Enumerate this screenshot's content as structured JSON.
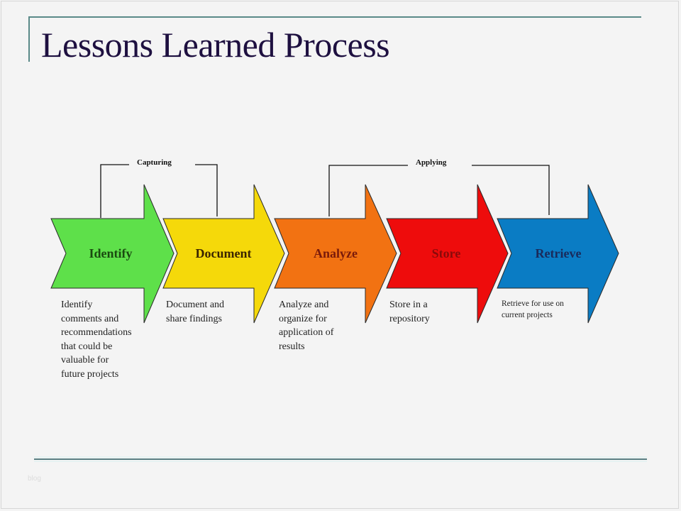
{
  "slide": {
    "title": "Lessons Learned Process",
    "watermark": "blog",
    "colors": {
      "title": "#1e1040",
      "rule": "#5a8a88",
      "background": "#f4f4f4"
    }
  },
  "brackets": [
    {
      "label": "Capturing",
      "spans": [
        "Identify",
        "Document"
      ]
    },
    {
      "label": "Applying",
      "spans": [
        "Analyze",
        "Retrieve"
      ]
    }
  ],
  "steps": [
    {
      "label": "Identify",
      "fill": "#5ee04a",
      "text_color": "#1a4a10",
      "description": "Identify comments and recommendations that could be valuable for future projects",
      "description_lines": [
        "Identify",
        "comments and",
        "recommendations",
        "that could be",
        "valuable for",
        "future projects"
      ]
    },
    {
      "label": "Document",
      "fill": "#f5d90a",
      "text_color": "#3a2400",
      "description": "Document and share findings",
      "description_lines": [
        "Document and",
        "share findings"
      ]
    },
    {
      "label": "Analyze",
      "fill": "#f27212",
      "text_color": "#7a1a0a",
      "description": "Analyze and organize for application of results",
      "description_lines": [
        "Analyze and",
        "organize for",
        "application of",
        "results"
      ]
    },
    {
      "label": "Store",
      "fill": "#ee0c0c",
      "text_color": "#8a0a0a",
      "description": "Store in a repository",
      "description_lines": [
        "Store in a",
        "repository"
      ]
    },
    {
      "label": "Retrieve",
      "fill": "#0a7cc4",
      "text_color": "#1a2a5a",
      "description": "Retrieve for use on current projects",
      "description_lines": [
        "Retrieve for use on",
        "current projects"
      ]
    }
  ]
}
